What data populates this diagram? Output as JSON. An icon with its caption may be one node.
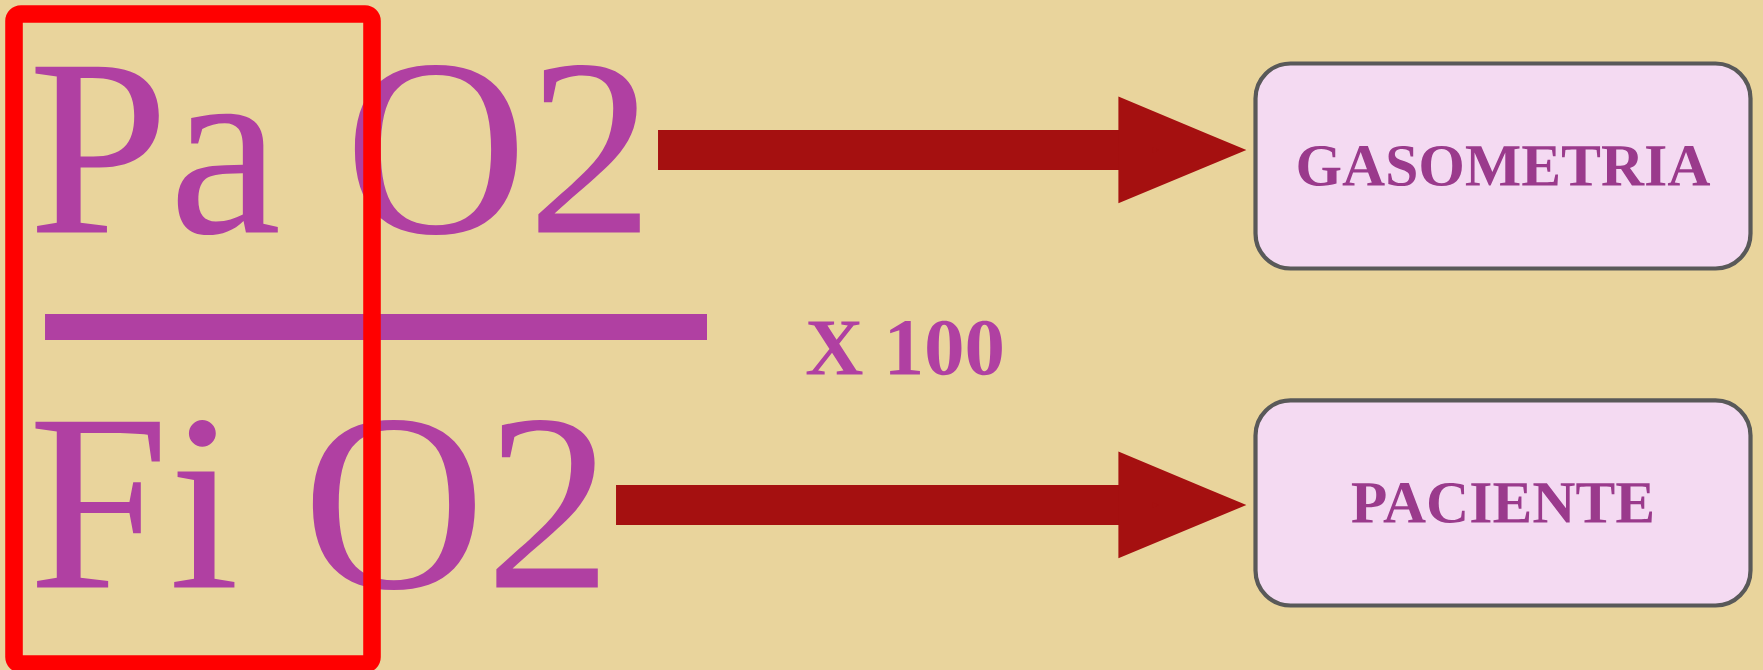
{
  "diagram": {
    "nodes": [
      {
        "text": [
          "Pa O2"
        ]
      },
      {
        "text": [
          "Fi O2"
        ]
      },
      {
        "text": [
          "GASOMETRIA"
        ]
      },
      {
        "text": [
          "PACIENTE"
        ]
      },
      {
        "text": [],
        "shape": "bar"
      }
    ],
    "edges": [
      {
        "from": 0,
        "to": 2,
        "arrow": "to"
      },
      {
        "from": 1,
        "to": 3,
        "arrow": "to"
      }
    ],
    "labels": [
      "X 100"
    ]
  }
}
